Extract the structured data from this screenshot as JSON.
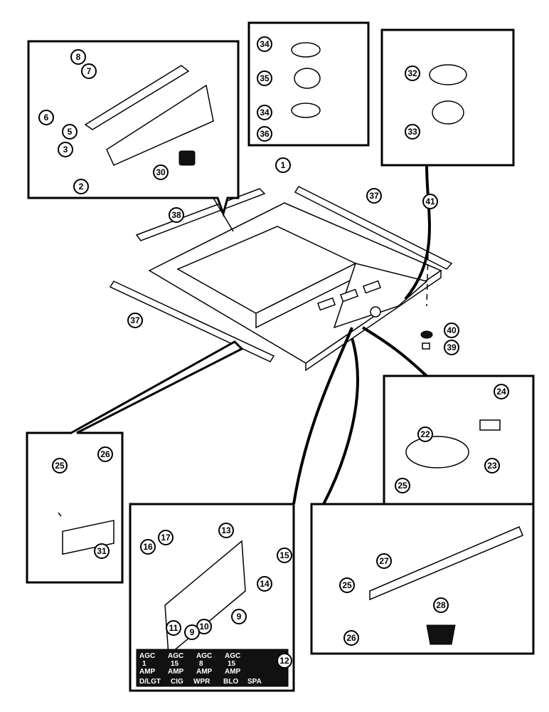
{
  "callouts": {
    "c1": "1",
    "c2": "2",
    "c3": "3",
    "c5": "5",
    "c6": "6",
    "c7": "7",
    "c8": "8",
    "c9a": "9",
    "c9b": "9",
    "c10": "10",
    "c11": "11",
    "c12": "12",
    "c13": "13",
    "c14": "14",
    "c15": "15",
    "c16": "16",
    "c17": "17",
    "c22": "22",
    "c23": "23",
    "c24": "24",
    "c25a": "25",
    "c25b": "25",
    "c25c": "25",
    "c26a": "26",
    "c26b": "26",
    "c27": "27",
    "c28": "28",
    "c30": "30",
    "c31": "31",
    "c32": "32",
    "c33": "33",
    "c34a": "34",
    "c34b": "34",
    "c35": "35",
    "c36": "36",
    "c37a": "37",
    "c37b": "37",
    "c38": "38",
    "c39": "39",
    "c40": "40",
    "c41": "41"
  },
  "fuse_label": {
    "row1": [
      "AGC",
      "AGC",
      "AGC",
      "AGC"
    ],
    "row2": [
      "1",
      "15",
      "8",
      "15"
    ],
    "row3": [
      "AMP",
      "AMP",
      "AMP",
      "AMP"
    ],
    "row4": [
      "D/LGT",
      "CIG",
      "WPR",
      "BLO",
      "SPA"
    ]
  }
}
